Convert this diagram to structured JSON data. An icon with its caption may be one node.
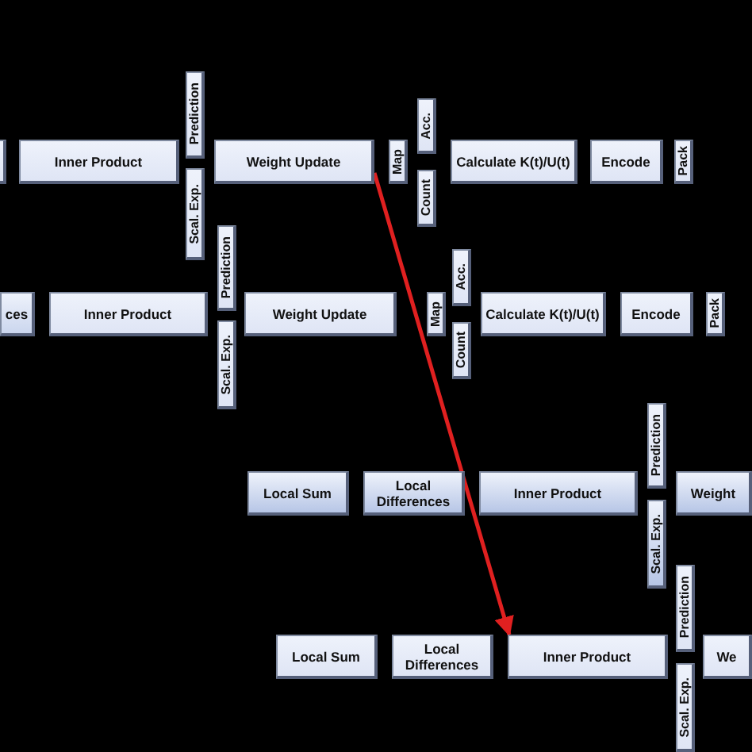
{
  "diagram": {
    "nodes": [
      {
        "text": [],
        "shape": "box"
      },
      {
        "text": [
          "Inner Product"
        ]
      },
      {
        "text": [
          "Prediction"
        ]
      },
      {
        "text": [
          "Scal. Exp."
        ]
      },
      {
        "text": [
          "Weight Update"
        ]
      },
      {
        "text": [
          "Map"
        ]
      },
      {
        "text": [
          "Acc."
        ]
      },
      {
        "text": [
          "Count"
        ]
      },
      {
        "text": [
          "Calculate K(t)/U(t)"
        ]
      },
      {
        "text": [
          "Encode"
        ]
      },
      {
        "text": [
          "Pack"
        ]
      },
      {
        "text": [
          "ces"
        ]
      },
      {
        "text": [
          "Inner Product"
        ]
      },
      {
        "text": [
          "Prediction"
        ]
      },
      {
        "text": [
          "Scal. Exp."
        ]
      },
      {
        "text": [
          "Weight Update"
        ]
      },
      {
        "text": [
          "Map"
        ]
      },
      {
        "text": [
          "Acc."
        ]
      },
      {
        "text": [
          "Count"
        ]
      },
      {
        "text": [
          "Calculate K(t)/U(t)"
        ]
      },
      {
        "text": [
          "Encode"
        ]
      },
      {
        "text": [
          "Pack"
        ]
      },
      {
        "text": [
          "Local Sum"
        ]
      },
      {
        "text": [
          "Local Differences"
        ]
      },
      {
        "text": [
          "Inner Product"
        ]
      },
      {
        "text": [
          "Prediction"
        ]
      },
      {
        "text": [
          "Scal. Exp."
        ]
      },
      {
        "text": [
          "Weight"
        ]
      },
      {
        "text": [
          "Local Sum"
        ]
      },
      {
        "text": [
          "Local Differences"
        ]
      },
      {
        "text": [
          "Inner Product"
        ]
      },
      {
        "text": [
          "Prediction"
        ]
      },
      {
        "text": [
          "Scal. Exp."
        ]
      },
      {
        "text": [
          "We"
        ]
      }
    ],
    "edges": [
      {
        "from": 4,
        "to": 30,
        "arrow": "to",
        "color": "#e02020"
      }
    ]
  }
}
